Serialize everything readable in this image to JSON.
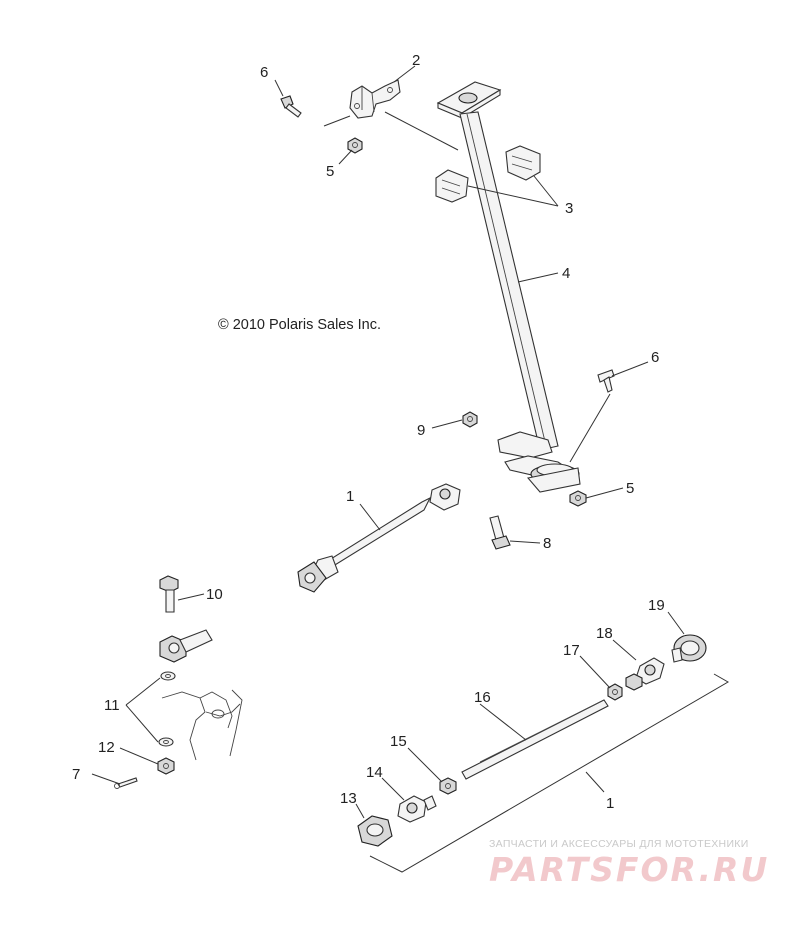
{
  "copyright": "© 2010 Polaris Sales Inc.",
  "watermark": {
    "tagline": "ЗАПЧАСТИ И АКСЕССУАРЫ ДЛЯ МОТОТЕХНИКИ",
    "brand": "PARTSFOR.RU",
    "color": "#f2c9cc"
  },
  "callouts": [
    {
      "id": "c6a",
      "label": "6"
    },
    {
      "id": "c2",
      "label": "2"
    },
    {
      "id": "c5a",
      "label": "5"
    },
    {
      "id": "c3",
      "label": "3"
    },
    {
      "id": "c4",
      "label": "4"
    },
    {
      "id": "c6b",
      "label": "6"
    },
    {
      "id": "c9",
      "label": "9"
    },
    {
      "id": "c5b",
      "label": "5"
    },
    {
      "id": "c1a",
      "label": "1"
    },
    {
      "id": "c8",
      "label": "8"
    },
    {
      "id": "c10",
      "label": "10"
    },
    {
      "id": "c11",
      "label": "11"
    },
    {
      "id": "c12",
      "label": "12"
    },
    {
      "id": "c7",
      "label": "7"
    },
    {
      "id": "c19",
      "label": "19"
    },
    {
      "id": "c18",
      "label": "18"
    },
    {
      "id": "c17",
      "label": "17"
    },
    {
      "id": "c16",
      "label": "16"
    },
    {
      "id": "c15",
      "label": "15"
    },
    {
      "id": "c14",
      "label": "14"
    },
    {
      "id": "c13",
      "label": "13"
    },
    {
      "id": "c1b",
      "label": "1"
    }
  ]
}
